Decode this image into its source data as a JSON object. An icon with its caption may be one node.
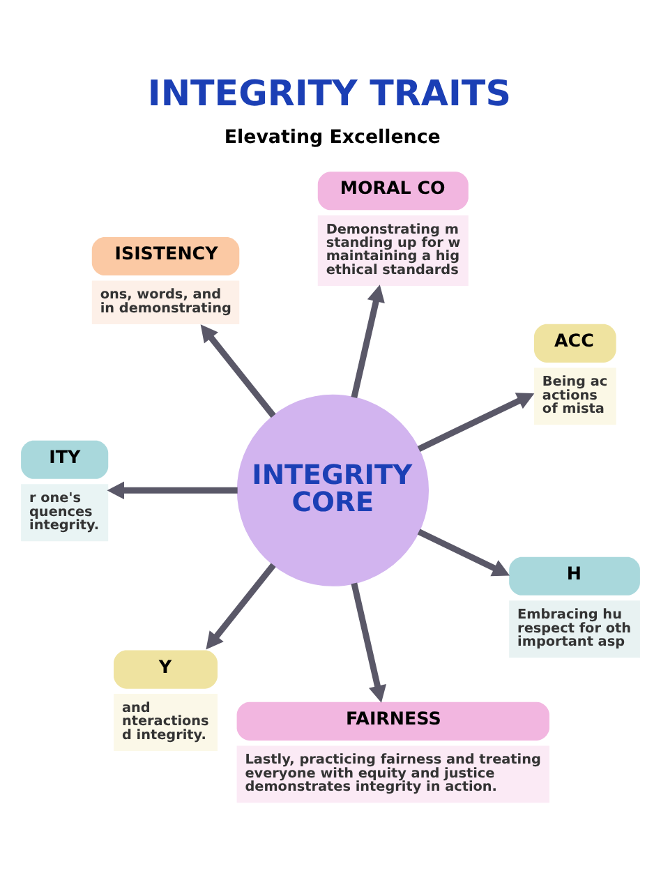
{
  "diagram": {
    "title": "INTEGRITY TRAITS",
    "nodes": [
      {
        "text": [
          "ISISTENCY",
          "ons, words, and in demonstrating"
        ]
      },
      {
        "text": [
          "MORAL CO",
          "Demonstrating m standing up for w maintaining a hig ethical standards"
        ]
      },
      {
        "text": [
          "ITY",
          "r one's quences integrity."
        ]
      },
      {
        "text": [
          "INTEGRITY CORE"
        ]
      },
      {
        "text": [
          "ACC",
          "Being ac actions of mista"
        ]
      },
      {
        "text": [
          "Y",
          "and nteractions d integrity."
        ]
      },
      {
        "text": [
          "H",
          "Embracing hu respect for oth important asp"
        ]
      },
      {
        "text": [
          "FAIRNESS",
          "Lastly, practicing fairness and treating everyone with equity and justice demonstrates integrity in action."
        ]
      }
    ],
    "edges": [
      {
        "from": 3,
        "to": 4,
        "arrow": "to"
      },
      {
        "from": 3,
        "to": 1,
        "arrow": "to"
      },
      {
        "from": 3,
        "to": 0,
        "arrow": "to"
      },
      {
        "from": 3,
        "to": 2,
        "arrow": "to"
      },
      {
        "from": 3,
        "to": 5,
        "arrow": "to"
      },
      {
        "from": 3,
        "to": 7,
        "arrow": "to"
      },
      {
        "from": 3,
        "to": 6,
        "arrow": "to"
      }
    ],
    "labels": [
      "Elevating Excellence"
    ]
  }
}
